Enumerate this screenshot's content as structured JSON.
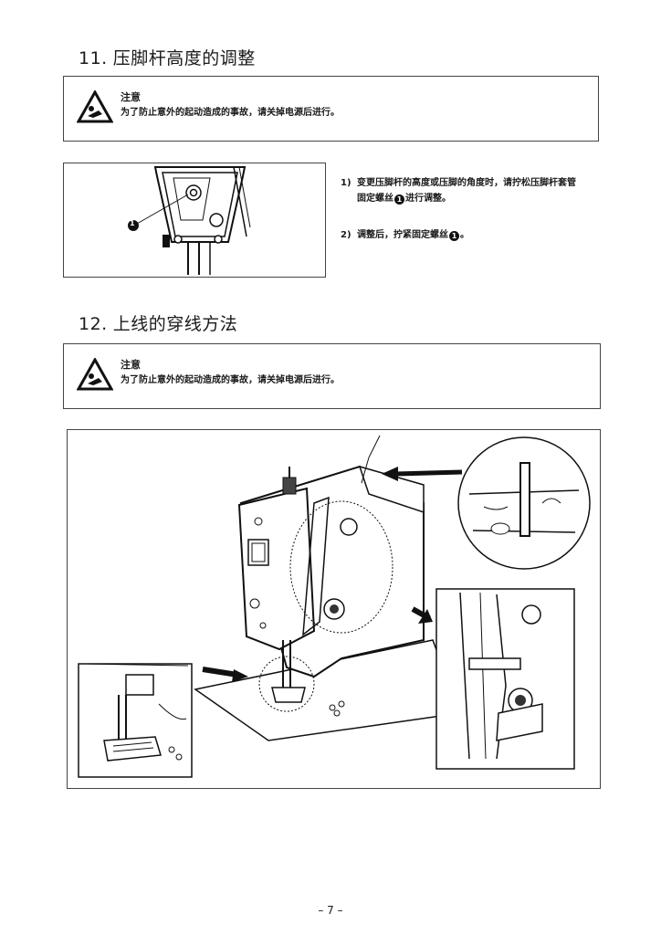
{
  "section11": {
    "number": "11.",
    "title": "压脚杆高度的调整",
    "caution": {
      "title": "注意",
      "text": "为了防止意外的起动造成的事故，请关掉电源后进行。"
    },
    "callout": "1",
    "steps": [
      {
        "num": "1)",
        "line1": "变更压脚杆的高度或压脚的角度时，请拧松压脚杆套管",
        "line2_pre": "固定螺丝",
        "badge": "1",
        "line2_post": "进行调整。"
      },
      {
        "num": "2)",
        "line1_pre": "调整后，拧紧固定螺丝",
        "badge": "1",
        "line1_post": "。"
      }
    ]
  },
  "section12": {
    "number": "12.",
    "title": "上线的穿线方法",
    "caution": {
      "title": "注意",
      "text": "为了防止意外的起动造成的事故，请关掉电源后进行。"
    }
  },
  "page_number": "– 7 –"
}
